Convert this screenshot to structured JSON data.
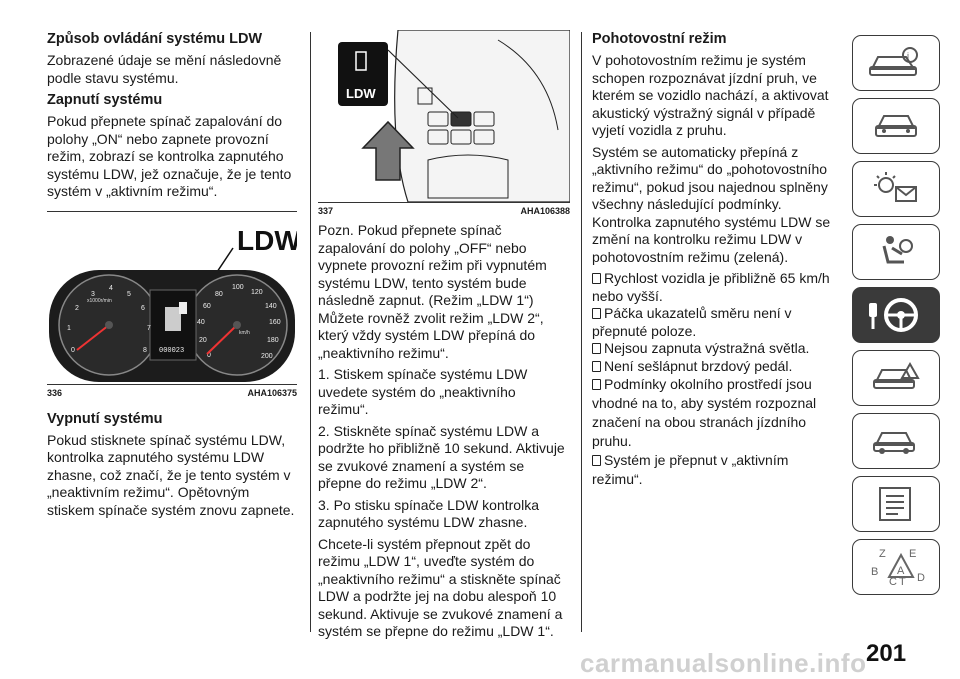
{
  "col1": {
    "heading_controls": "Způsob ovládání systému LDW",
    "p_controls": "Zobrazené údaje se mění následovně podle stavu systému.",
    "heading_on": "Zapnutí systému",
    "p_on": "Pokud přepnete spínač zapalování do polohy „ON“ nebo zapnete provozní režim, zobrazí se kontrolka zapnutého systému LDW, jež označuje, že je tento systém v „aktivním režimu“.",
    "fig_label": "LDW",
    "fig_num": "336",
    "fig_code": "AHA106375",
    "cluster_odo_small": "x1000r/min",
    "cluster_kmh": "km/h",
    "cluster_odo": "000023",
    "rpm_ticks": [
      "0",
      "1",
      "2",
      "3",
      "4",
      "5",
      "6",
      "7",
      "8"
    ],
    "speed_ticks": [
      "0",
      "20",
      "40",
      "60",
      "80",
      "100",
      "120",
      "140",
      "160",
      "180",
      "200"
    ],
    "heading_off": "Vypnutí systému",
    "p_off": "Pokud stisknete spínač systému LDW, kontrolka zapnutého systému LDW zhasne, což značí, že je tento systém v „neaktivním režimu“. Opětovným stiskem spínače systém znovu zapnete."
  },
  "col2": {
    "fig_label": "LDW",
    "fig_num": "337",
    "fig_code": "AHA106388",
    "p_note": "Pozn.  Pokud přepnete spínač zapalování do polohy „OFF“ nebo vypnete provozní režim při vypnutém systému LDW, tento systém bude následně zapnut. (Režim „LDW 1“) Můžete rovněž zvolit režim „LDW 2“, který vždy systém LDW přepíná do „neaktivního režimu“.",
    "p1": "1. Stiskem spínače systému LDW uvedete systém do „neaktivního režimu“.",
    "p2": "2. Stiskněte spínač systému LDW a podržte ho přibližně 10 sekund. Aktivuje se zvukové znamení a systém se přepne do režimu „LDW 2“.",
    "p3": "3. Po stisku spínače LDW kontrolka zapnutého systému LDW zhasne.",
    "p4": "Chcete-li systém přepnout zpět do režimu „LDW 1“, uveďte systém do „neaktivního režimu“ a stiskněte spínač LDW a podržte jej na dobu alespoň 10 sekund. Aktivuje se zvukové znamení a systém se přepne do režimu „LDW 1“."
  },
  "col3": {
    "heading": "Pohotovostní režim",
    "p1": "V pohotovostním režimu je systém schopen rozpoznávat jízdní pruh, ve kterém se vozidlo nachází, a aktivovat akustický výstražný signál v případě vyjetí vozidla z pruhu.",
    "p2": "Systém se automaticky přepíná z „aktivního režimu“ do „pohotovostního režimu“, pokud jsou najednou splněny všechny následující podmínky. Kontrolka zapnutého systému LDW se změní na kontrolku režimu LDW v pohotovostním režimu (zelená).",
    "bullets": [
      "Rychlost vozidla je přibližně 65 km/h nebo vyšší.",
      "Páčka ukazatelů směru není v přepnuté poloze.",
      "Nejsou zapnuta výstražná světla.",
      "Není sešlápnut brzdový pedál.",
      "Podmínky okolního prostředí jsou vhodné na to, aby systém rozpoznal značení na obou stranách jízdního pruhu.",
      "Systém je přepnut v „aktivním režimu“."
    ]
  },
  "sidebar": {
    "tabs": [
      "car-info-icon",
      "car-front-icon",
      "warning-lights-icon",
      "seat-airbag-icon",
      "steering-key-icon",
      "emergency-car-icon",
      "car-service-icon",
      "specs-list-icon",
      "index-abc-icon"
    ],
    "active_index": 4,
    "index_letters": [
      "Z",
      "E",
      "B",
      "C",
      "T",
      "A",
      "D"
    ]
  },
  "page_number": "201",
  "watermark": "carmanualsonline.info",
  "colors": {
    "text": "#1a1a1a",
    "tab_border": "#3a3a3a",
    "active_tab": "#3a3a3a"
  }
}
